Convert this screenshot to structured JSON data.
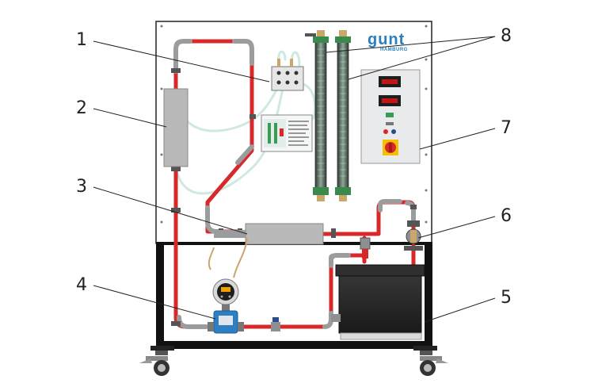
{
  "brand": {
    "logo": "gunt",
    "sub": "HAMBURG",
    "color": "#2a7fc0"
  },
  "callouts": [
    {
      "number": "1"
    },
    {
      "number": "2"
    },
    {
      "number": "3"
    },
    {
      "number": "4"
    },
    {
      "number": "5"
    },
    {
      "number": "6"
    },
    {
      "number": "7"
    },
    {
      "number": "8"
    }
  ],
  "colors": {
    "pipe_red": "#d8282a",
    "pipe_grey": "#9a9c9e",
    "hose": "#cfe8e0",
    "frame": "#111111",
    "panel": "#ffffff",
    "tank": "#2a2a2a",
    "flowmeter_blue": "#2d7fc1",
    "switch_yellow": "#f2c200",
    "switch_red": "#d8282a"
  }
}
